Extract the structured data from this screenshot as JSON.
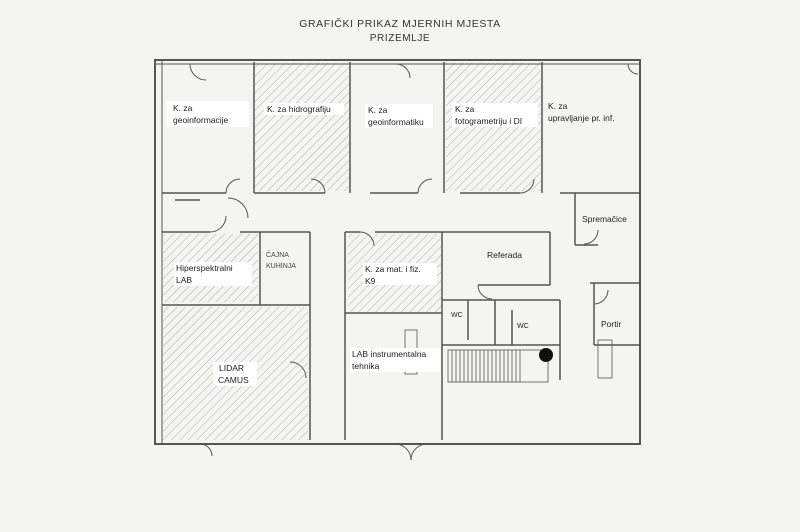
{
  "title": "GRAFIČKI PRIKAZ MJERNIH MJESTA",
  "subtitle": "PRIZEMLJE",
  "rooms": [
    {
      "id": "k-geoinformacije",
      "lines": [
        "K. za",
        "geoinformacije"
      ],
      "hatched": false
    },
    {
      "id": "k-hidrografiju",
      "lines": [
        "K. za hidrografiju"
      ],
      "hatched": true
    },
    {
      "id": "k-geoinformatiku",
      "lines": [
        "K. za",
        "geoinformatiku"
      ],
      "hatched": false
    },
    {
      "id": "k-fotogrametriju",
      "lines": [
        "K. za",
        "fotogrametriju i DI"
      ],
      "hatched": true
    },
    {
      "id": "k-upravljanje",
      "lines": [
        "K. za",
        "upravljanje pr. inf."
      ],
      "hatched": false
    },
    {
      "id": "hiperspektralni-lab",
      "lines": [
        "Hiperspektralni",
        "LAB"
      ],
      "hatched": true
    },
    {
      "id": "cajna-kuhinja",
      "lines": [
        "ČAJNA",
        "KUHINJA"
      ],
      "hatched": false
    },
    {
      "id": "k-mat-fiz",
      "lines": [
        "K. za mat. i fiz.",
        "K9"
      ],
      "hatched": true
    },
    {
      "id": "referada",
      "lines": [
        "Referada"
      ],
      "hatched": false
    },
    {
      "id": "spremacice",
      "lines": [
        "Spremačice"
      ],
      "hatched": false
    },
    {
      "id": "lidar-camus",
      "lines": [
        "LIDAR",
        "CAMUS"
      ],
      "hatched": true
    },
    {
      "id": "lab-instrumentalna",
      "lines": [
        "LAB instrumentalna",
        "tehnika"
      ],
      "hatched": false
    },
    {
      "id": "wc-1",
      "lines": [
        "WC"
      ],
      "hatched": false
    },
    {
      "id": "wc-2",
      "lines": [
        "WC"
      ],
      "hatched": false
    },
    {
      "id": "portir",
      "lines": [
        "Portir"
      ],
      "hatched": false
    }
  ],
  "colors": {
    "wall": "#555555",
    "hatch": "#9a9a9a",
    "paper": "#f4f4f2",
    "marker": "#111111"
  }
}
